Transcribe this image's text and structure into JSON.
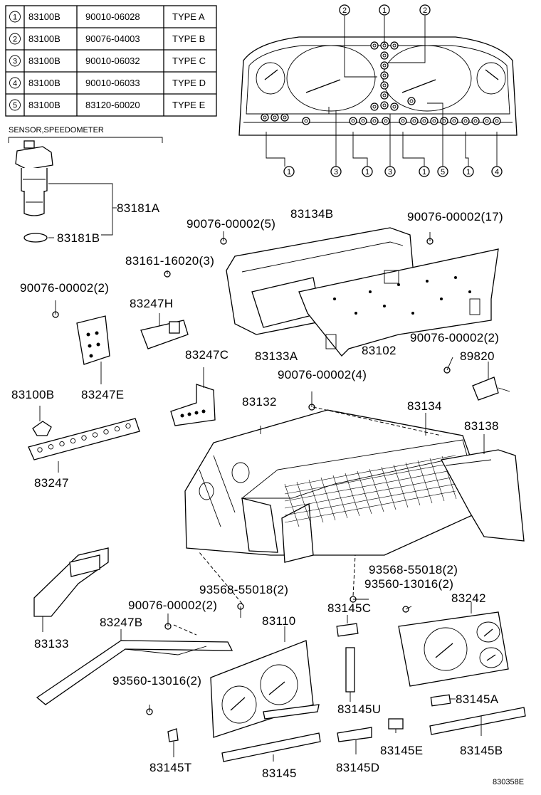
{
  "key_table": {
    "rows": [
      {
        "mark": "1",
        "part": "83100B",
        "code": "90010-06028",
        "type": "TYPE A"
      },
      {
        "mark": "2",
        "part": "83100B",
        "code": "90076-04003",
        "type": "TYPE B"
      },
      {
        "mark": "3",
        "part": "83100B",
        "code": "90010-06032",
        "type": "TYPE C"
      },
      {
        "mark": "4",
        "part": "83100B",
        "code": "90010-06033",
        "type": "TYPE D"
      },
      {
        "mark": "5",
        "part": "83100B",
        "code": "83120-60020",
        "type": "TYPE  E"
      }
    ]
  },
  "sensor_caption": "SENSOR,SPEEDOMETER",
  "callouts": {
    "top": [
      "2",
      "1",
      "2"
    ],
    "bottom": [
      "1",
      "3",
      "1",
      "3",
      "1",
      "5",
      "1",
      "4"
    ]
  },
  "labels": {
    "p83181A": "83181A",
    "p83181B": "83181B",
    "p90076_5": "90076-00002(5)",
    "p83134B": "83134B",
    "p90076_17": "90076-00002(17)",
    "p83161": "83161-16020(3)",
    "p90076_2a": "90076-00002(2)",
    "p83247H": "83247H",
    "p83133A": "83133A",
    "p83102": "83102",
    "p90076_2b": "90076-00002(2)",
    "p89820": "89820",
    "p83247C": "83247C",
    "p90076_4": "90076-00002(4)",
    "p83100B": "83100B",
    "p83247E": "83247E",
    "p83132": "83132",
    "p83134": "83134",
    "p83138": "83138",
    "p83247": "83247",
    "p93568_b": "93568-55018(2)",
    "p93568_a": "93568-55018(2)",
    "p93560_a": "93560-13016(2)",
    "p83242": "83242",
    "p90076_2c": "90076-00002(2)",
    "p83145C": "83145C",
    "p83133": "83133",
    "p83247B": "83247B",
    "p83110": "83110",
    "p93560_b": "93560-13016(2)",
    "p83145U": "83145U",
    "p83145A": "83145A",
    "p83145E": "83145E",
    "p83145B": "83145B",
    "p83145T": "83145T",
    "p83145": "83145",
    "p83145D": "83145D"
  },
  "figure_code": "830358E"
}
